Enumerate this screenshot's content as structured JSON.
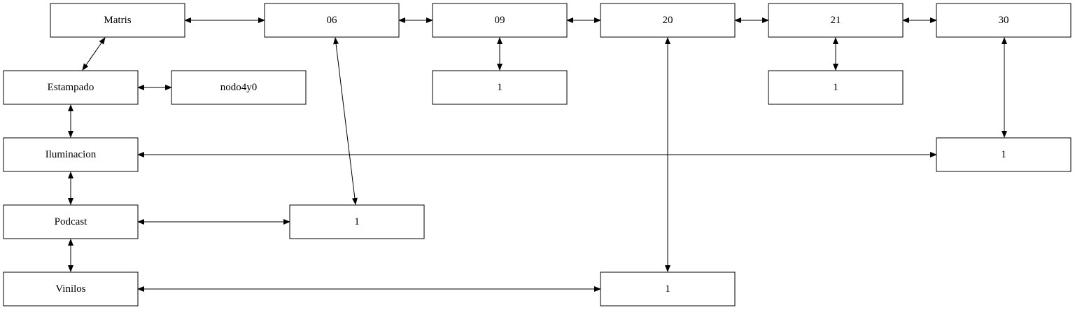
{
  "nodes": {
    "matris": "Matris",
    "c06": "06",
    "c09": "09",
    "c20": "20",
    "c21": "21",
    "c30": "30",
    "estampado": "Estampado",
    "nodo4y0": "nodo4y0",
    "cell_09_estampado": "1",
    "cell_21_estampado": "1",
    "iluminacion": "Iluminacion",
    "cell_30_iluminacion": "1",
    "podcast": "Podcast",
    "cell_06_podcast": "1",
    "vinilos": "Vinilos",
    "cell_20_vinilos": "1"
  },
  "edges": [
    {
      "from": "matris",
      "to": "c06"
    },
    {
      "from": "c06",
      "to": "c09"
    },
    {
      "from": "c09",
      "to": "c20"
    },
    {
      "from": "c20",
      "to": "c21"
    },
    {
      "from": "c21",
      "to": "c30"
    },
    {
      "from": "matris",
      "to": "estampado"
    },
    {
      "from": "estampado",
      "to": "nodo4y0"
    },
    {
      "from": "estampado",
      "to": "iluminacion"
    },
    {
      "from": "iluminacion",
      "to": "podcast"
    },
    {
      "from": "podcast",
      "to": "vinilos"
    },
    {
      "from": "c09",
      "to": "cell_09_estampado"
    },
    {
      "from": "c21",
      "to": "cell_21_estampado"
    },
    {
      "from": "c30",
      "to": "cell_30_iluminacion"
    },
    {
      "from": "iluminacion",
      "to": "cell_30_iluminacion"
    },
    {
      "from": "c06",
      "to": "cell_06_podcast"
    },
    {
      "from": "podcast",
      "to": "cell_06_podcast"
    },
    {
      "from": "c20",
      "to": "cell_20_vinilos"
    },
    {
      "from": "vinilos",
      "to": "cell_20_vinilos"
    }
  ]
}
